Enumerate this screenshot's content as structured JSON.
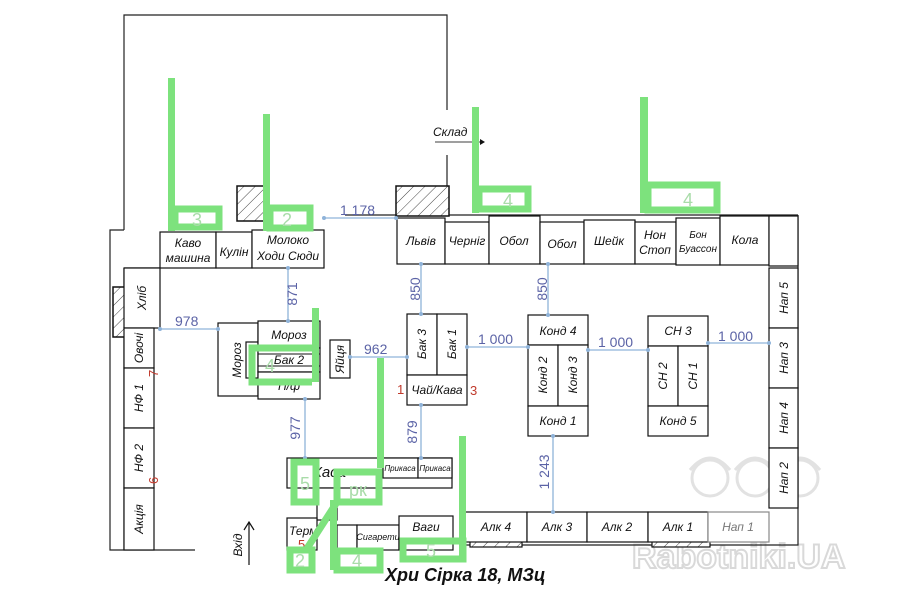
{
  "title": "Хри Сірка 18, МЗц",
  "watermark": "Rabotniki.UA",
  "labels": {
    "sklad": "Склад",
    "vkhid": "Вхід"
  },
  "fixtures": {
    "kavo_mashyna_1": "Каво",
    "kavo_mashyna_2": "машина",
    "kulin": "Кулін",
    "moloko_1": "Молоко",
    "moloko_2": "Ходи Сюди",
    "lviv": "Львів",
    "chernig": "Черніг",
    "obol_1": "Обол",
    "obol_2": "Обол",
    "sheik": "Шейк",
    "non_stop_1": "Нон",
    "non_stop_2": "Стоп",
    "bon_1": "Бон",
    "bon_2": "Буассон",
    "kola": "Кола",
    "khlib": "Хліб",
    "ovochi": "Овочі",
    "nf1": "НФ 1",
    "nf2": "НФ 2",
    "akciya": "Акція",
    "moroz_side": "Мороз",
    "moroz_top": "Мороз",
    "bak2": "Бак 2",
    "pf": "П/ф",
    "yaytsia": "Яйця",
    "bak3": "Бак 3",
    "bak1": "Бак 1",
    "chai_kava": "Чай/Кава",
    "kond4": "Конд 4",
    "kond2": "Конд 2",
    "kond3": "Конд 3",
    "kond1": "Конд 1",
    "sn3": "СН 3",
    "sn2": "СН 2",
    "sn1": "СН 1",
    "kond5": "Конд 5",
    "nap5": "Нап 5",
    "nap3": "Нап 3",
    "nap4": "Нап 4",
    "nap2": "Нап 2",
    "nap1": "Нап 1",
    "alk1": "Алк 1",
    "alk2": "Алк 2",
    "alk3": "Алк 3",
    "alk4": "Алк 4",
    "kasa": "Каса",
    "prykasa_1": "Прикаса",
    "prykasa_2": "Прикаса",
    "term": "Терм",
    "sygarety": "Сигарети",
    "vagy": "Ваги"
  },
  "dimensions": {
    "d1178": "1 178",
    "d871": "871",
    "d978": "978",
    "d850a": "850",
    "d850b": "850",
    "d962": "962",
    "d1000a": "1 000",
    "d1000b": "1 000",
    "d1000c": "1 000",
    "d977": "977",
    "d879": "879",
    "d1243": "1 243"
  },
  "red_marks": {
    "m1": "1",
    "m3": "3",
    "m7": "7",
    "m6": "6",
    "m5": "5"
  },
  "green_markers": {
    "g3": "3",
    "g2a": "2",
    "g4a": "4",
    "g4b": "4",
    "g4c": "4",
    "g5a": "5",
    "pk": "рк",
    "g2b": "2",
    "g4d": "4",
    "g5b": "5"
  }
}
